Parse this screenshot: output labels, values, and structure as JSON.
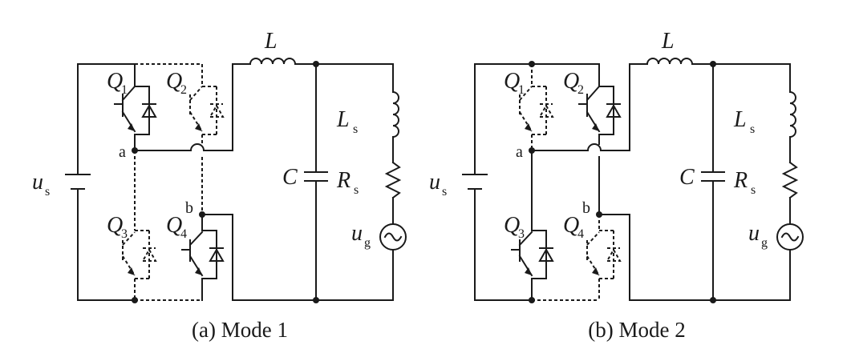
{
  "colors": {
    "ink": "#1a1a1a",
    "background": "#ffffff"
  },
  "line_styles": {
    "conducting": "solid",
    "off": "dashed"
  },
  "panels": [
    {
      "caption": "(a) Mode 1",
      "labels": {
        "source_u": "u",
        "source_u_sub": "s",
        "inductor_L": "L",
        "capacitor_C": "C",
        "grid_inductor_L": "L",
        "grid_inductor_L_sub": "s",
        "grid_resistor_R": "R",
        "grid_resistor_R_sub": "s",
        "grid_source_u": "u",
        "grid_source_u_sub": "g",
        "node_a": "a",
        "node_b": "b"
      },
      "switches": [
        {
          "name": "Q",
          "sub": "1",
          "state": "on"
        },
        {
          "name": "Q",
          "sub": "2",
          "state": "off"
        },
        {
          "name": "Q",
          "sub": "3",
          "state": "off"
        },
        {
          "name": "Q",
          "sub": "4",
          "state": "on"
        }
      ]
    },
    {
      "caption": "(b) Mode 2",
      "labels": {
        "source_u": "u",
        "source_u_sub": "s",
        "inductor_L": "L",
        "capacitor_C": "C",
        "grid_inductor_L": "L",
        "grid_inductor_L_sub": "s",
        "grid_resistor_R": "R",
        "grid_resistor_R_sub": "s",
        "grid_source_u": "u",
        "grid_source_u_sub": "g",
        "node_a": "a",
        "node_b": "b"
      },
      "switches": [
        {
          "name": "Q",
          "sub": "1",
          "state": "off"
        },
        {
          "name": "Q",
          "sub": "2",
          "state": "on"
        },
        {
          "name": "Q",
          "sub": "3",
          "state": "on"
        },
        {
          "name": "Q",
          "sub": "4",
          "state": "off"
        }
      ]
    }
  ]
}
